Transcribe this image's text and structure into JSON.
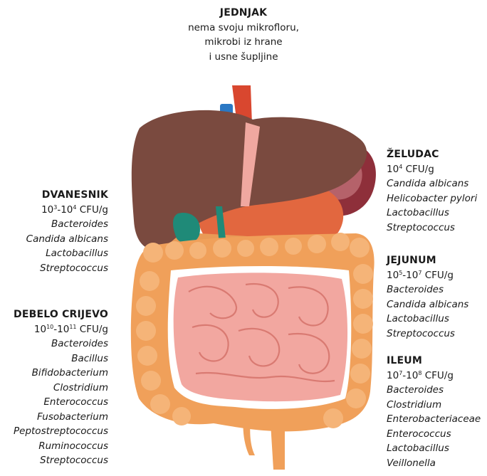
{
  "esophagus": {
    "title": "JEDNJAK",
    "lines": [
      "nema svoju mikrofloru,",
      "mikrobi iz hrane",
      "i usne šupljine"
    ]
  },
  "duodenum": {
    "title": "DVANESNIK",
    "count_base1": "10",
    "count_exp1": "3",
    "count_base2": "10",
    "count_exp2": "4",
    "count_unit": "CFU/g",
    "microbes": [
      "Bacteroides",
      "Candida albicans",
      "Lactobacillus",
      "Streptococcus"
    ]
  },
  "colon": {
    "title": "DEBELO CRIJEVO",
    "count_base1": "10",
    "count_exp1": "10",
    "count_base2": "10",
    "count_exp2": "11",
    "count_unit": "CFU/g",
    "microbes": [
      "Bacteroides",
      "Bacillus",
      "Bifidobacterium",
      "Clostridium",
      "Enterococcus",
      "Fusobacterium",
      "Peptostreptococcus",
      "Ruminococcus",
      "Streptococcus"
    ]
  },
  "stomach": {
    "title": "ŽELUDAC",
    "count_base1": "10",
    "count_exp1": "4",
    "count_unit": "CFU/g",
    "microbes": [
      "Candida albicans",
      "Helicobacter pylori",
      "Lactobacillus",
      "Streptococcus"
    ]
  },
  "jejunum": {
    "title": "JEJUNUM",
    "count_base1": "10",
    "count_exp1": "5",
    "count_base2": "10",
    "count_exp2": "7",
    "count_unit": "CFU/g",
    "microbes": [
      "Bacteroides",
      "Candida albicans",
      "Lactobacillus",
      "Streptococcus"
    ]
  },
  "ileum": {
    "title": "ILEUM",
    "count_base1": "10",
    "count_exp1": "7",
    "count_base2": "10",
    "count_exp2": "8",
    "count_unit": "CFU/g",
    "microbes": [
      "Bacteroides",
      "Clostridium",
      "Enterobacteriaceae",
      "Enterococcus",
      "Lactobacillus",
      "Veillonella"
    ]
  },
  "colors": {
    "liver": "#7a4a3f",
    "stomach": "#8e2f3a",
    "gut_orange": "#f0a05a",
    "small_intestine": "#f2a7a0",
    "esophagus": "#d9472f",
    "gallbladder": "#1f8a78",
    "vessel": "#2a78c4"
  }
}
